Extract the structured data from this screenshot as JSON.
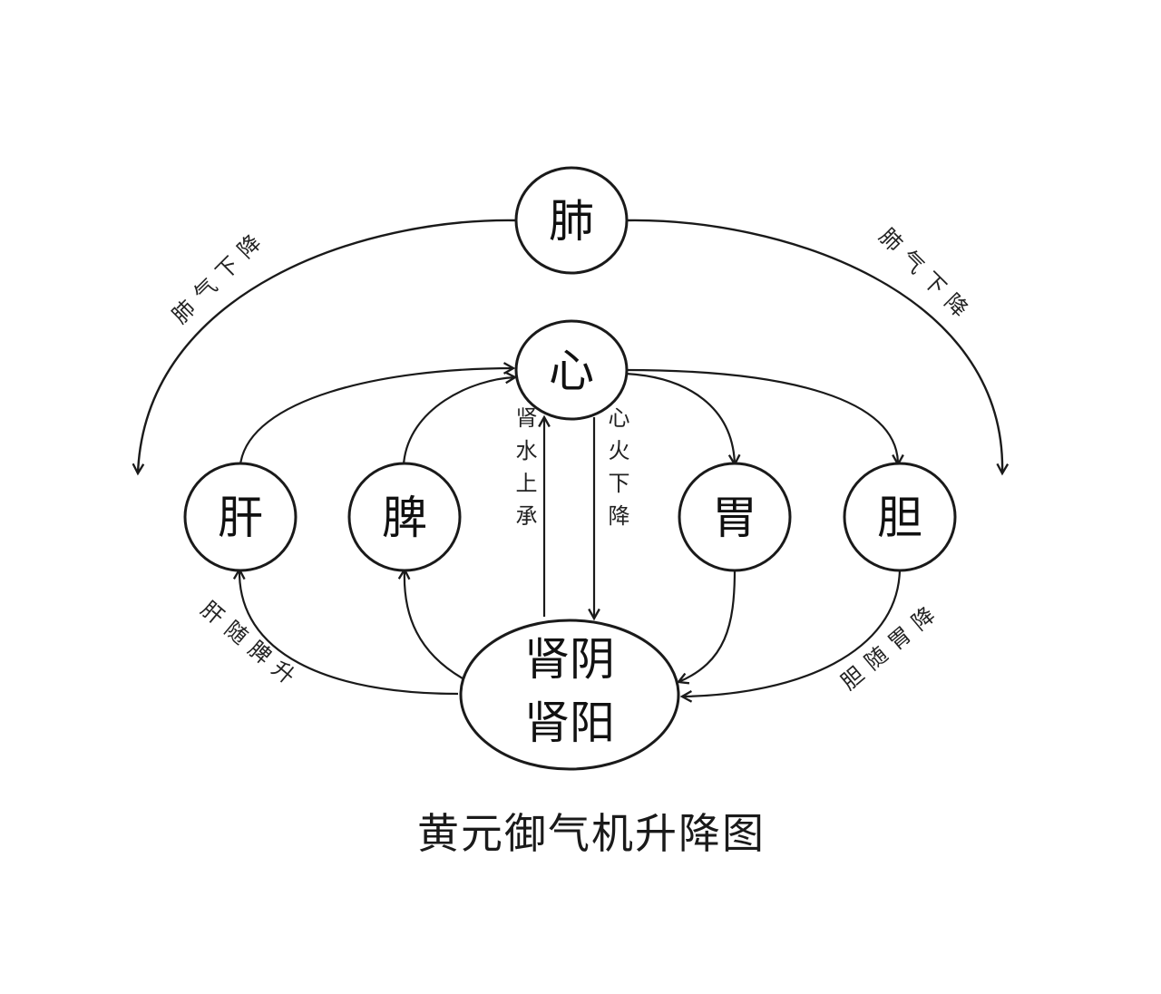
{
  "caption": "黄元御气机升降图",
  "nodes": {
    "lung": "肺",
    "heart": "心",
    "liver": "肝",
    "spleen": "脾",
    "stomach": "胃",
    "gallbladder": "胆",
    "kidney_yin": "肾阴",
    "kidney_yang": "肾阳"
  },
  "labels": {
    "lung_qi_left": "肺气下降",
    "lung_qi_right": "肺气下降",
    "kidney_water_up": "肾水上承",
    "heart_fire_down": "心火下降",
    "liver_rise": "肝随脾升",
    "gallbladder_descend": "胆随胃降"
  },
  "colors": {
    "ink": "#1a1a1a",
    "background": "#ffffff"
  }
}
